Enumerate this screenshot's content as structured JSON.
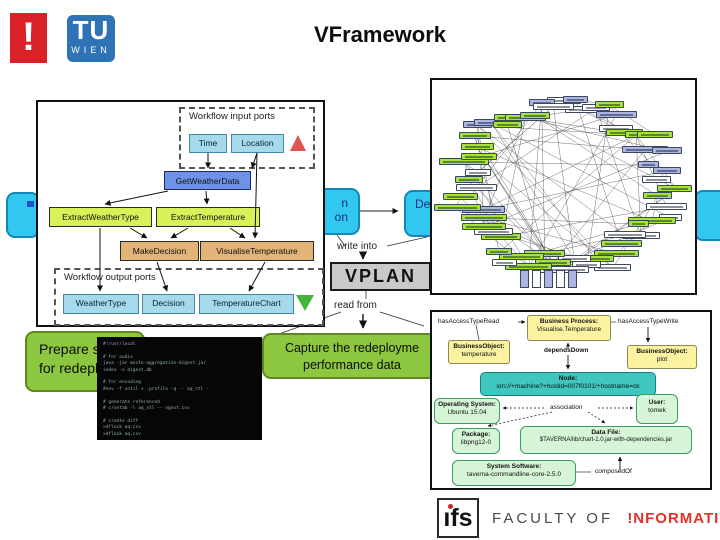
{
  "slide": {
    "title": "VFramework"
  },
  "tu_logo": {
    "exclamation": "!",
    "tu": "TU",
    "wien": "WIEN"
  },
  "workflow": {
    "input_ports_label": "Workflow input ports",
    "input_ports": [
      "Time",
      "Location"
    ],
    "get_weather": "GetWeatherData",
    "extract_weather_type": "ExtractWeatherType",
    "extract_temperature": "ExtractTemperature",
    "make_decision": "MakeDecision",
    "visualise_temperature": "VisualiseTemperature",
    "output_ports_label": "Workflow output ports",
    "output_ports": [
      "WeatherType",
      "Decision",
      "TemperatureChart"
    ]
  },
  "flow": {
    "left_fragment_line1": "n",
    "left_fragment_line2": "on",
    "describe_fragment": "Des",
    "write_into": "write into",
    "vplan": "VPLAN",
    "read_from": "read from"
  },
  "activities": {
    "prepare_line1": "Prepare sy",
    "prepare_line2": "for redeplo",
    "capture_line1": "Capture the redeployme",
    "capture_line2": "performance data"
  },
  "terminal": {
    "lines": [
      "#!/usr/local",
      "",
      "# for audio",
      "java -jar mosto-aggregation-digest.jar",
      "index -o digest.db",
      "",
      "# for encoding",
      "#env -f until < .profile -q -- aq_stl -",
      "",
      "# generate referenced",
      "# crontab -l aq_stl -- ngest.csv",
      "",
      "# create diff",
      ">dflock aq.csv",
      ">dflock aq.csv"
    ]
  },
  "provenance": {
    "has_access_type_read": "hasAccessTypeRead",
    "has_access_type_write": "hasAccessTypeWrite",
    "depends_down": "dependsDown",
    "association": "association",
    "composed_of": "composedOf",
    "business_process": {
      "title": "Business Process:",
      "value": "Visualise.Temperature"
    },
    "business_object_left": {
      "title": "BusinessObject:",
      "value": "temperature"
    },
    "business_object_right": {
      "title": "BusinessObject:",
      "value": "plot"
    },
    "node": {
      "title": "Node:",
      "value": "xrn://+machine?+hostid=007f0101/+hostname=ck"
    },
    "operating_system": {
      "title": "Operating System:",
      "value": "Ubuntu 15.04"
    },
    "user": {
      "title": "User:",
      "value": "tomek"
    },
    "package": {
      "title": "Package:",
      "value": "libpng12-0"
    },
    "data_file": {
      "title": "Data File:",
      "value": "$TAVERNA/lib/chart-1.0.jar-with-dependencies.jar"
    },
    "system_software": {
      "title": "System Software:",
      "value": "taverna-commandline-core-2.5.0"
    }
  },
  "network_graph": {
    "type": "network",
    "description": "dense circular dependency graph with small labeled nodes",
    "node_count": 58,
    "edge_count": 85,
    "node_colors": {
      "green": "#a6e23c",
      "lavender": "#acb4e4",
      "white": "#ffffff"
    }
  },
  "footer": {
    "ifs": "ıfs",
    "faculty": "FACULTY OF",
    "informatics": "!NFORMATICS"
  },
  "colors": {
    "logo_red": "#da2128",
    "logo_blue": "#2e74b5",
    "cyan_box": "#31c7f0",
    "green_activity": "#8dc63f",
    "port_blue": "#a5d9ec",
    "process_blue": "#6e93e6",
    "extract_lime": "#d9f058",
    "action_tan": "#e3b478",
    "vplan_grey": "#c9c9c9",
    "prov_yellow": "#fbf3a0",
    "prov_teal": "#3fc6be",
    "prov_green": "#d6f5d6",
    "faculty_red": "#e23128"
  }
}
